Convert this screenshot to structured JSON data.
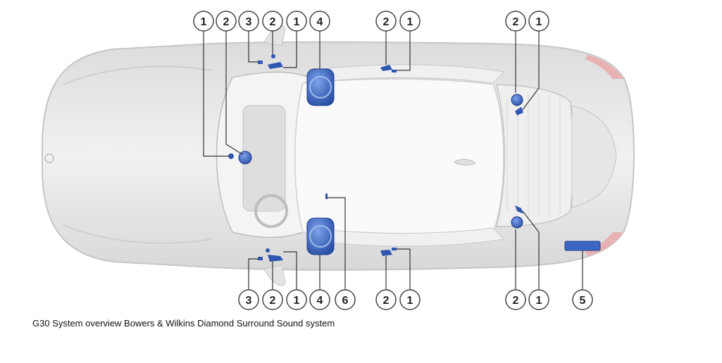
{
  "caption": "G30 System overview Bowers & Wilkins Diamond Surround Sound system",
  "callouts": [
    {
      "label": "1"
    },
    {
      "label": "2"
    },
    {
      "label": "3"
    },
    {
      "label": "2"
    },
    {
      "label": "1"
    },
    {
      "label": "4"
    },
    {
      "label": "2"
    },
    {
      "label": "1"
    },
    {
      "label": "2"
    },
    {
      "label": "1"
    },
    {
      "label": "3"
    },
    {
      "label": "2"
    },
    {
      "label": "1"
    },
    {
      "label": "4"
    },
    {
      "label": "6"
    },
    {
      "label": "2"
    },
    {
      "label": "1"
    },
    {
      "label": "2"
    },
    {
      "label": "1"
    },
    {
      "label": "5"
    }
  ],
  "colors": {
    "speaker": "#2f56b0",
    "speaker_light": "#5f86d8",
    "car_body": "#e9e9e9",
    "car_outline": "#c4c4c4",
    "glass": "#f7f7f7",
    "leader": "#333333"
  }
}
